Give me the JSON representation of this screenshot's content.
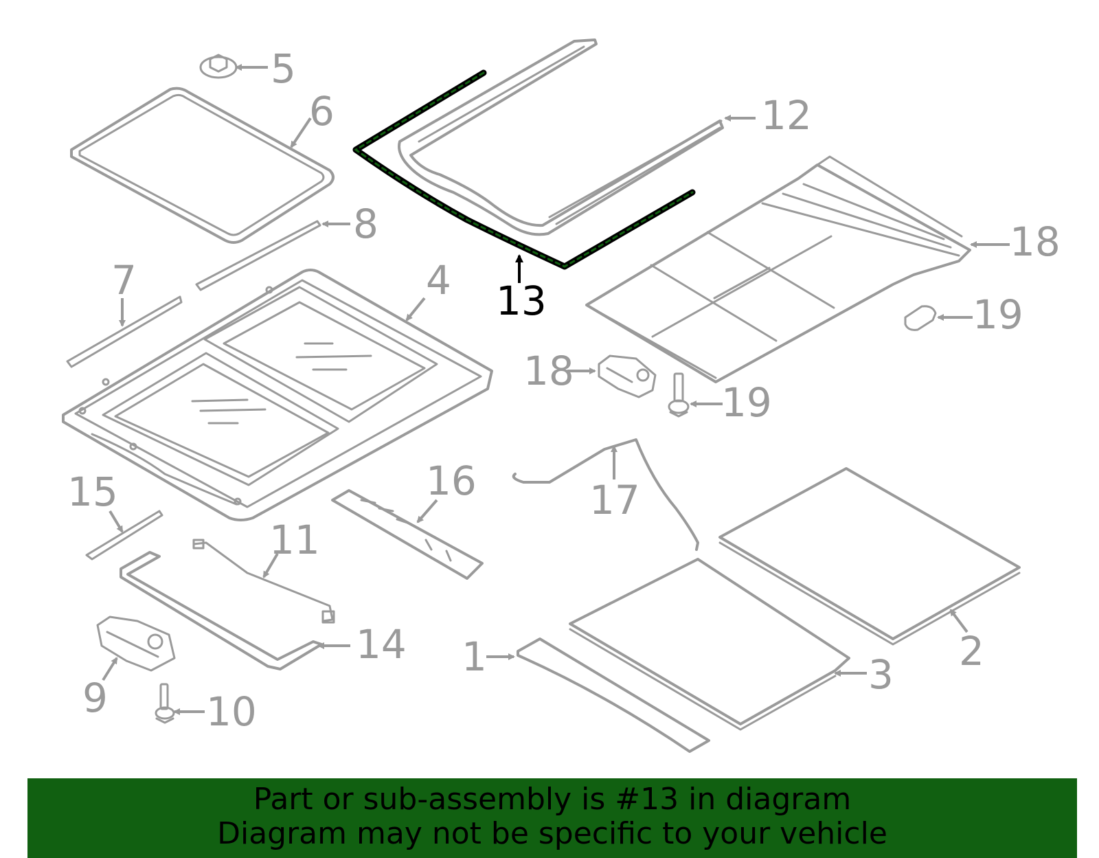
{
  "diagram": {
    "highlight_color": "#116011",
    "part_color": "#9a9a9a",
    "highlighted_part": "13",
    "callouts": {
      "c1": "1",
      "c2": "2",
      "c3": "3",
      "c4": "4",
      "c5": "5",
      "c6": "6",
      "c7": "7",
      "c8": "8",
      "c9": "9",
      "c10": "10",
      "c11": "11",
      "c12": "12",
      "c13": "13",
      "c14": "14",
      "c15": "15",
      "c16": "16",
      "c17": "17",
      "c18a": "18",
      "c18b": "18",
      "c19a": "19",
      "c19b": "19"
    }
  },
  "banner": {
    "line1": "Part or sub-assembly is #13 in diagram",
    "line2": "Diagram may not be specific to your vehicle",
    "background": "#116011"
  }
}
